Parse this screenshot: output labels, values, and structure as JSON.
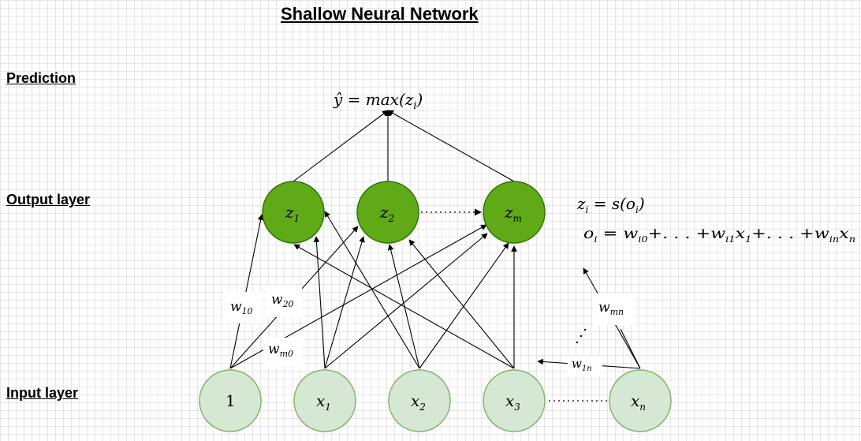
{
  "title": "Shallow Neural Network",
  "layers": {
    "prediction": "Prediction",
    "output": "Output layer",
    "input": "Input layer"
  },
  "prediction_formula": {
    "base": "ŷ = max(z",
    "sub": "i",
    "tail": ")"
  },
  "output_nodes": [
    {
      "base": "z",
      "sub": "1"
    },
    {
      "base": "z",
      "sub": "2"
    },
    {
      "base": "z",
      "sub": "m"
    }
  ],
  "input_nodes": [
    {
      "base": "1",
      "sub": ""
    },
    {
      "base": "x",
      "sub": "1"
    },
    {
      "base": "x",
      "sub": "2"
    },
    {
      "base": "x",
      "sub": "3"
    },
    {
      "base": "x",
      "sub": "n"
    }
  ],
  "weight_labels": [
    {
      "base": "w",
      "sub": "10"
    },
    {
      "base": "w",
      "sub": "20"
    },
    {
      "base": "w",
      "sub": "m0"
    },
    {
      "base": "w",
      "sub": "mn"
    },
    {
      "base": "w",
      "sub": "1n"
    }
  ],
  "formulas": {
    "z_def": {
      "lhs": "z",
      "lhs_sub": "i",
      "mid": " = s(o",
      "mid_sub": "i",
      "tail": ")"
    },
    "o_def": {
      "p1": "o",
      "s1": "i",
      "p2": " = w",
      "s2": "i0",
      "p3": "+. . . +w",
      "s3": "i1",
      "p4": "x",
      "s4": "1",
      "p5": "+. . . +w",
      "s5": "in",
      "p6": "x",
      "s6": "n"
    }
  },
  "colors": {
    "output_fill": "#60a917",
    "output_stroke": "#2d7600",
    "input_fill": "#d5e8d4",
    "input_stroke": "#82b366",
    "edge": "#000000"
  }
}
